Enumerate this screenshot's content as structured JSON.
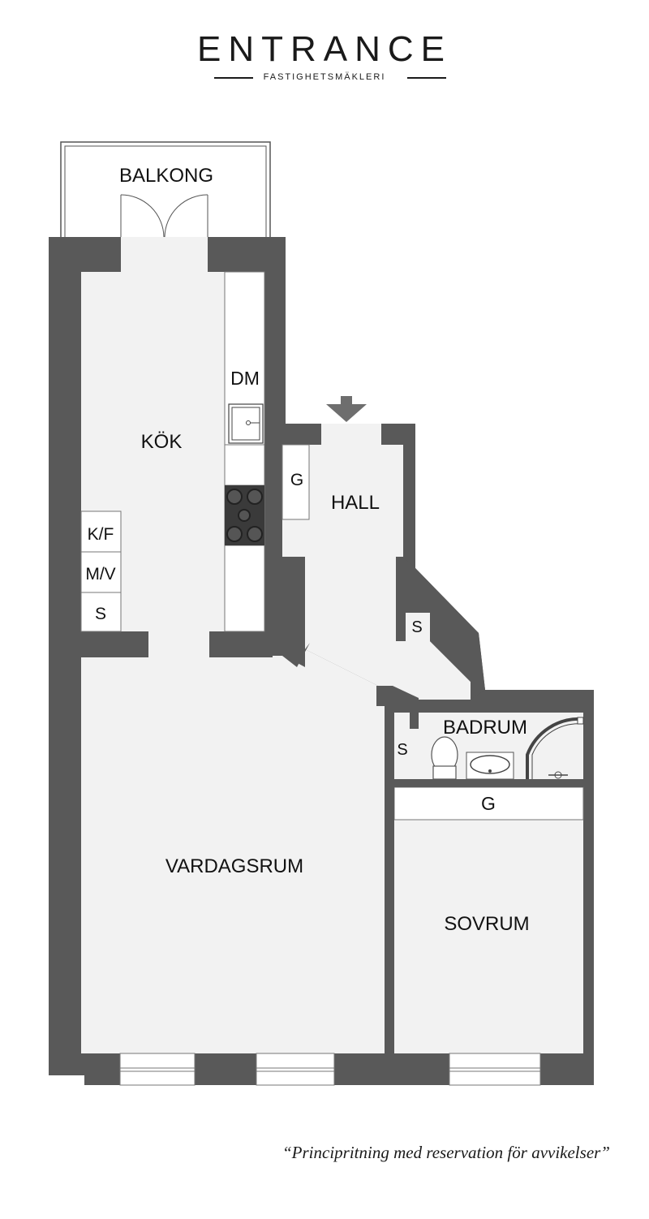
{
  "brand": {
    "name": "ENTRANCE",
    "tagline": "FASTIGHETSMÄKLERI"
  },
  "rooms": {
    "balcony": "BALKONG",
    "kitchen": "KÖK",
    "dishwasher": "DM",
    "wardrobe_hall": "G",
    "hall": "HALL",
    "fridge_freezer": "K/F",
    "microwave": "M/V",
    "storage_kitchen": "S",
    "storage_hall": "S",
    "bathroom": "BADRUM",
    "storage_bath": "S",
    "wardrobe_bedroom": "G",
    "living_room": "VARDAGSRUM",
    "bedroom": "SOVRUM"
  },
  "disclaimer": "“Principritning med reservation för avvikelser”",
  "colors": {
    "wall": "#595959",
    "floor": "#f2f2f2",
    "fixture": "#ffffff",
    "stove": "#3a3a3a",
    "entry_arrow": "#6e6e6e"
  }
}
